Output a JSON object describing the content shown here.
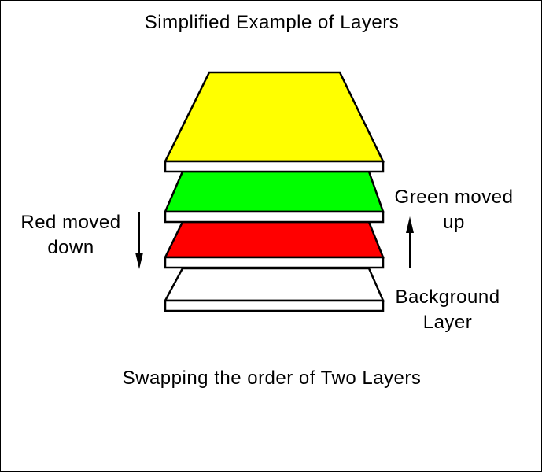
{
  "diagram": {
    "title": "Simplified Example of Layers",
    "caption": "Swapping the order of Two Layers",
    "labels": {
      "red": "Red moved\ndown",
      "green": "Green moved\nup",
      "background": "Background\nLayer"
    },
    "colors": {
      "yellow_layer": "#ffff00",
      "green_layer": "#00ff00",
      "red_layer": "#ff0000",
      "background_layer": "#ffffff",
      "stroke": "#000000"
    }
  }
}
